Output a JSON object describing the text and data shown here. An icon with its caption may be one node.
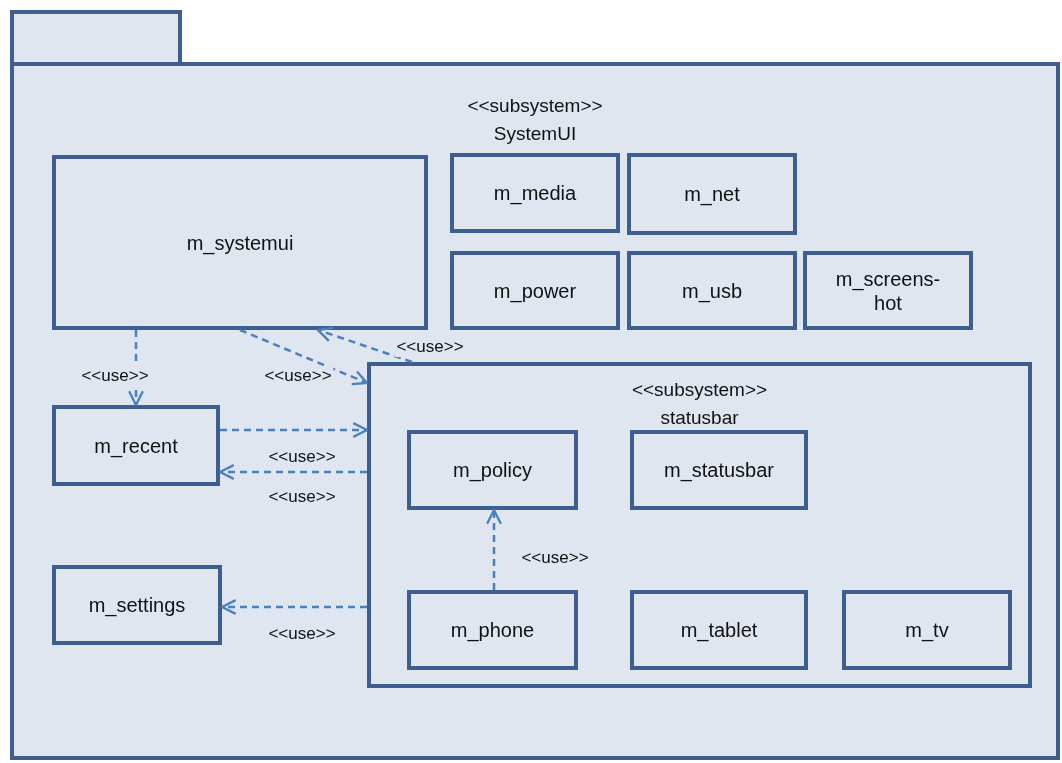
{
  "diagram": {
    "nodes": [
      {
        "text": [
          "<<subsystem>>",
          "SystemUI"
        ]
      },
      {
        "text": [
          "m_systemui"
        ],
        "in": 0
      },
      {
        "text": [
          "m_media"
        ],
        "in": 0
      },
      {
        "text": [
          "m_net"
        ],
        "in": 0
      },
      {
        "text": [
          "m_power"
        ],
        "in": 0
      },
      {
        "text": [
          "m_usb"
        ],
        "in": 0
      },
      {
        "text": [
          "m_screens-hot"
        ],
        "in": 0
      },
      {
        "text": [
          "m_recent"
        ],
        "in": 0
      },
      {
        "text": [
          "<<subsystem>>",
          "statusbar"
        ],
        "in": 0
      },
      {
        "text": [
          "m_policy"
        ],
        "in": 8
      },
      {
        "text": [
          "m_statusbar"
        ],
        "in": 8
      },
      {
        "text": [
          "m_phone"
        ],
        "in": 8
      },
      {
        "text": [
          "m_tablet"
        ],
        "in": 8
      },
      {
        "text": [
          "m_tv"
        ],
        "in": 8
      },
      {
        "text": [
          "m_settings"
        ],
        "in": 0
      }
    ],
    "edges": [
      {
        "from": 1,
        "to": 7,
        "arrow": "to",
        "label": "<<use>>",
        "style": "dashed"
      },
      {
        "from": 1,
        "to": 8,
        "arrow": "to",
        "label": "<<use>>",
        "style": "dashed"
      },
      {
        "from": 8,
        "to": 1,
        "arrow": "to",
        "label": "<<use>>",
        "style": "dashed"
      },
      {
        "from": 7,
        "to": 8,
        "arrow": "to",
        "label": "<<use>>",
        "style": "dashed"
      },
      {
        "from": 8,
        "to": 7,
        "arrow": "to",
        "label": "<<use>>",
        "style": "dashed"
      },
      {
        "from": 8,
        "to": 14,
        "arrow": "to",
        "label": "<<use>>",
        "style": "dashed"
      },
      {
        "from": 11,
        "to": 9,
        "arrow": "to",
        "label": "<<use>>",
        "style": "dashed"
      }
    ]
  }
}
